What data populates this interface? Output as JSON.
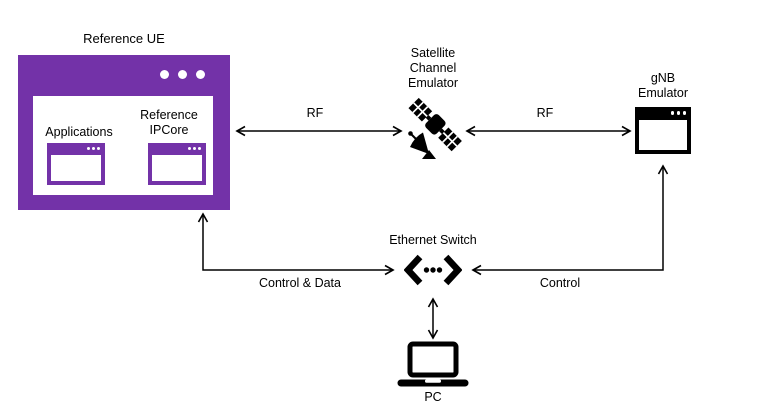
{
  "diagram": {
    "nodes": {
      "reference_ue": {
        "title": "Reference UE",
        "applications_label": "Applications",
        "ipcore_lines": [
          "Reference",
          "IPCore"
        ]
      },
      "satellite_channel_emulator": {
        "lines": [
          "Satellite",
          "Channel",
          "Emulator"
        ]
      },
      "gnb_emulator": {
        "lines": [
          "gNB",
          "Emulator"
        ]
      },
      "ethernet_switch": {
        "label": "Ethernet Switch"
      },
      "pc": {
        "label": "PC"
      }
    },
    "edges": {
      "rf_left": {
        "label": "RF"
      },
      "rf_right": {
        "label": "RF"
      },
      "control_and_data": {
        "label": "Control & Data"
      },
      "control": {
        "label": "Control"
      }
    },
    "icons": {
      "reference_ue": "window-icon",
      "applications": "window-icon",
      "reference_ipcore": "window-icon",
      "satellite_channel_emulator": "satellite-icon",
      "gnb_emulator": "window-icon",
      "ethernet_switch": "ethernet-switch-icon",
      "pc": "laptop-icon"
    },
    "colors": {
      "purple": "#7332A8",
      "line": "#000000",
      "background": "#FFFFFF"
    }
  }
}
